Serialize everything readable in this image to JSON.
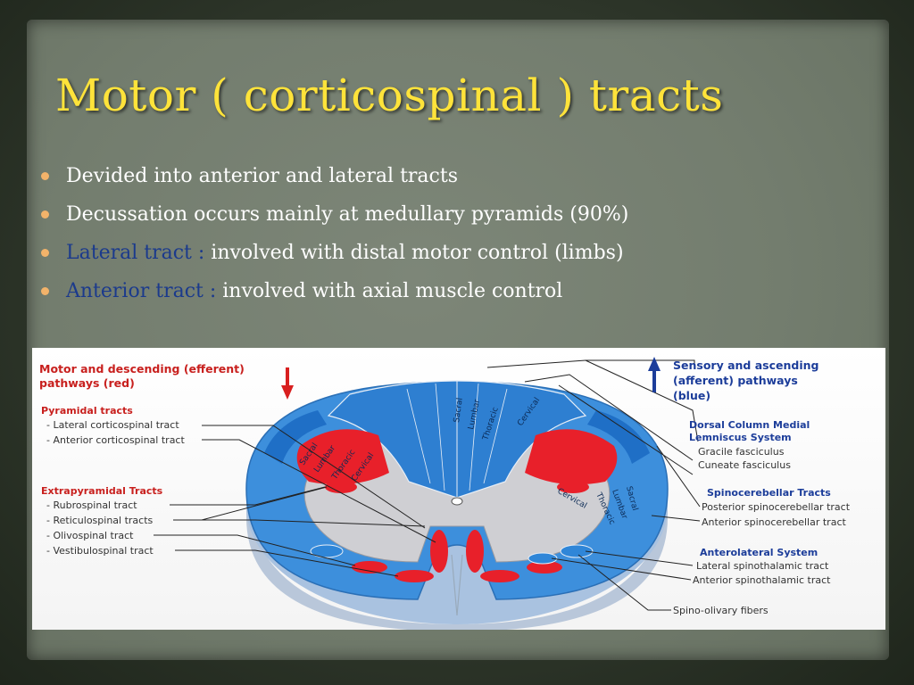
{
  "slide": {
    "title": "Motor ( corticospinal ) tracts",
    "bullets": [
      {
        "highlight": "",
        "text": "Devided into anterior and lateral tracts"
      },
      {
        "highlight": "",
        "text": "Decussation occurs mainly at medullary pyramids  (90%)"
      },
      {
        "highlight": "Lateral tract :",
        "text": " involved with distal motor control (limbs)"
      },
      {
        "highlight": "Anterior tract :",
        "text": " involved with axial muscle control"
      }
    ],
    "colors": {
      "title": "#ffe33a",
      "bullet_dot": "#f2b36a",
      "highlight": "#1b3a8c",
      "motor": "#e8202a",
      "sensory": "#2b86d6"
    }
  },
  "diagram": {
    "left": {
      "heading_line1": "Motor and descending (efferent)",
      "heading_line2": "pathways   (red)",
      "pyramidal_heading": "Pyramidal tracts",
      "pyramidal_items": [
        "- Lateral corticospinal tract",
        "- Anterior corticospinal tract"
      ],
      "extrapyramidal_heading": "Extrapyramidal Tracts",
      "extrapyramidal_items": [
        "- Rubrospinal tract",
        "- Reticulospinal tracts",
        "- Olivospinal tract",
        "- Vestibulospinal tract"
      ]
    },
    "right": {
      "heading_line1": "Sensory and ascending",
      "heading_line2": "(afferent) pathways",
      "heading_line3": "(blue)",
      "dorsal_heading_line1": "Dorsal Column Medial",
      "dorsal_heading_line2": "Lemniscus System",
      "dorsal_items": [
        "Gracile fasciculus",
        "Cuneate fasciculus"
      ],
      "spinocerebellar_heading": "Spinocerebellar Tracts",
      "spinocerebellar_items": [
        "Posterior spinocerebellar tract",
        "Anterior spinocerebellar tract"
      ],
      "anterolateral_heading": "Anterolateral System",
      "anterolateral_items": [
        "Lateral spinothalamic tract",
        "Anterior spinothalamic tract"
      ],
      "spino_olivary": "Spino-olivary fibers"
    },
    "cord_labels": {
      "dorsal": [
        "Sacral",
        "Lumbar",
        "Thoracic",
        "Cervical"
      ],
      "left_lateral": [
        "Sacral",
        "Lumbar",
        "Thoracic",
        "Cervical"
      ],
      "right_lateral": [
        "Cervical",
        "Thoracic",
        "Lumbar",
        "Sacral"
      ]
    },
    "icons": {
      "down_arrow": "red-down-arrow-icon",
      "up_arrow": "blue-up-arrow-icon"
    }
  }
}
